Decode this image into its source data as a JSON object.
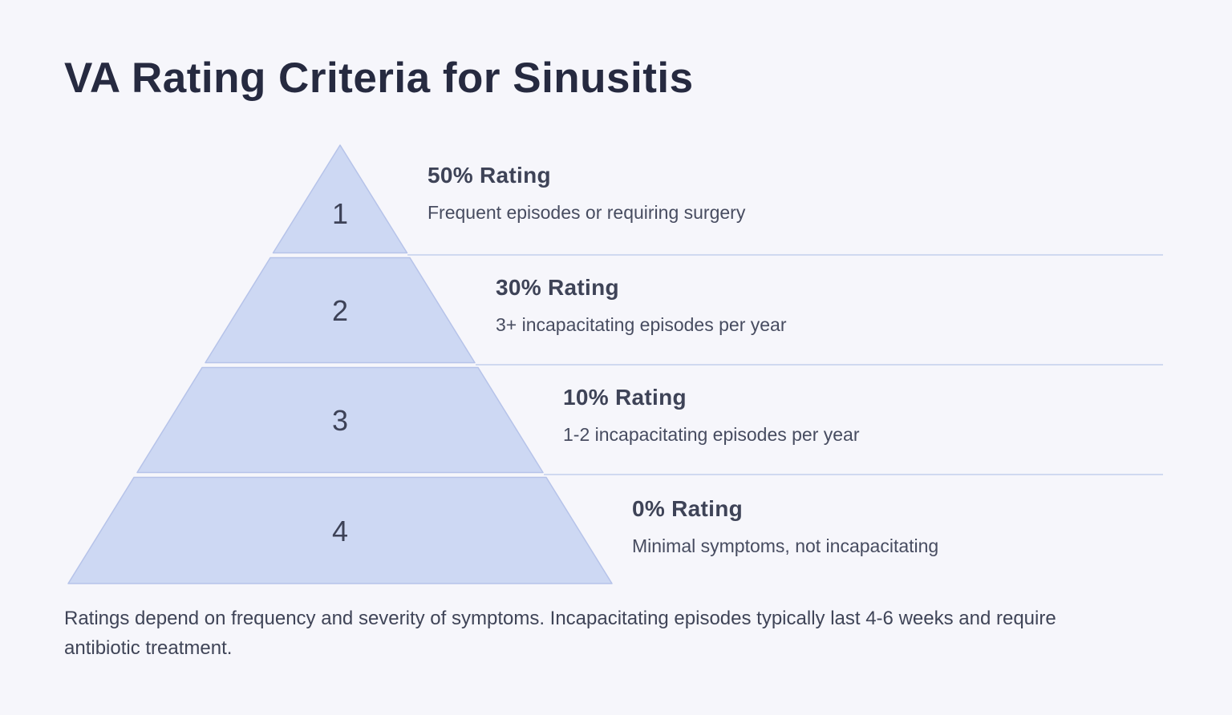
{
  "page": {
    "title": "VA Rating Criteria for Sinusitis"
  },
  "colors": {
    "background": "#f6f6fb",
    "tier_fill": "#cdd8f3",
    "tier_border": "#b6c3e9",
    "divider_line": "#c4cfec",
    "title_text": "#262a40",
    "heading_text": "#3e4357",
    "body_text": "#474c60"
  },
  "pyramid": {
    "type": "pyramid",
    "tiers": [
      {
        "number": "1",
        "rating": "50% Rating",
        "description": "Frequent episodes or requiring surgery"
      },
      {
        "number": "2",
        "rating": "30% Rating",
        "description": "3+ incapacitating episodes per year"
      },
      {
        "number": "3",
        "rating": "10% Rating",
        "description": "1-2 incapacitating episodes per year"
      },
      {
        "number": "4",
        "rating": "0% Rating",
        "description": "Minimal symptoms, not incapacitating"
      }
    ]
  },
  "footer": {
    "lines": [
      "Ratings depend on frequency and severity of symptoms. Incapacitating episodes typically last 4-6 weeks and require",
      "antibiotic treatment."
    ]
  }
}
